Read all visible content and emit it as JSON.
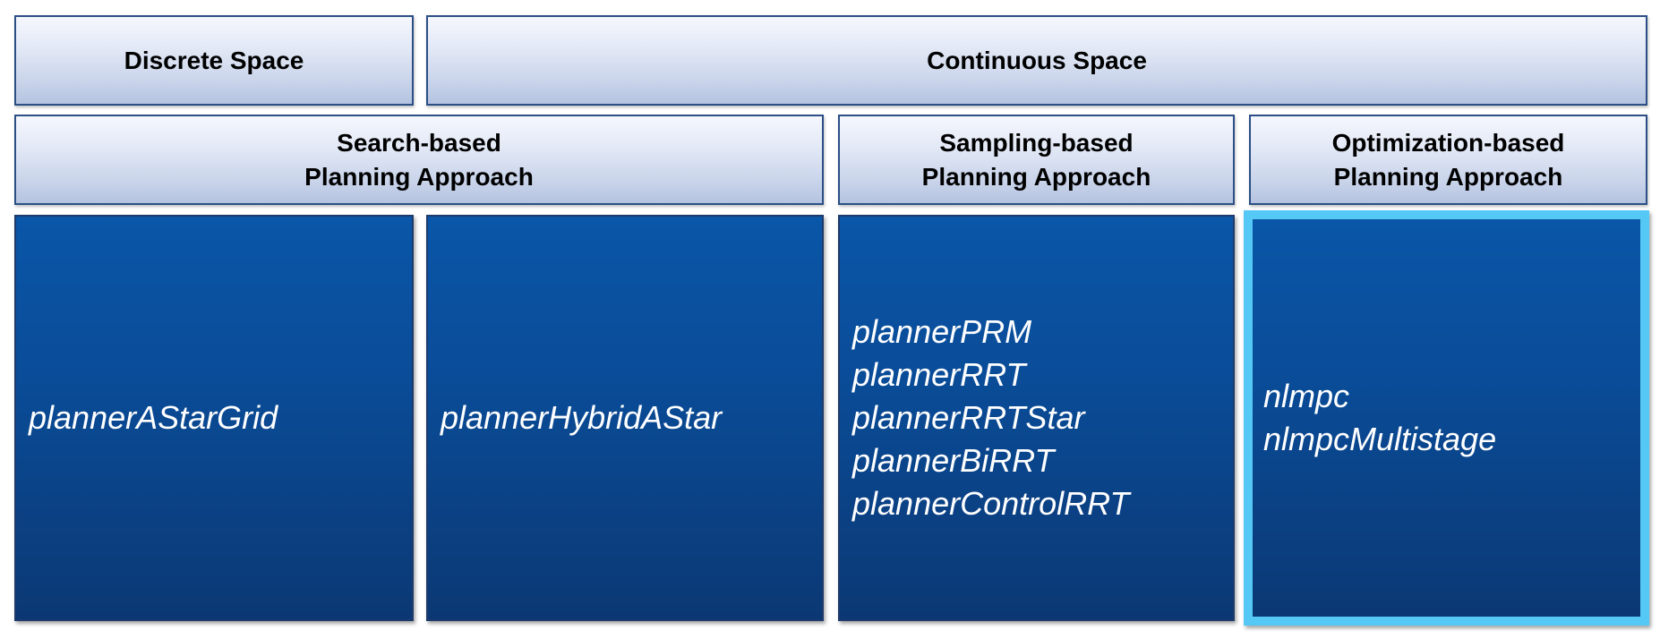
{
  "space_headers": {
    "discrete": "Discrete Space",
    "continuous": "Continuous Space"
  },
  "approach_headers": {
    "search": [
      "Search-based",
      "Planning Approach"
    ],
    "sampling": [
      "Sampling-based",
      "Planning Approach"
    ],
    "optimization": [
      "Optimization-based",
      "Planning Approach"
    ]
  },
  "planners": {
    "discrete_search": [
      "plannerAStarGrid"
    ],
    "continuous_search": [
      "plannerHybridAStar"
    ],
    "sampling": [
      "plannerPRM",
      "plannerRRT",
      "plannerRRTStar",
      "plannerBiRRT",
      "plannerControlRRT"
    ],
    "optimization": [
      "nlmpc",
      "nlmpcMultistage"
    ]
  },
  "colors": {
    "header_border": "#2b4f86",
    "box_fill": "#0a4c98",
    "highlight_border": "#55c8f5",
    "box_text": "#ffffff"
  }
}
